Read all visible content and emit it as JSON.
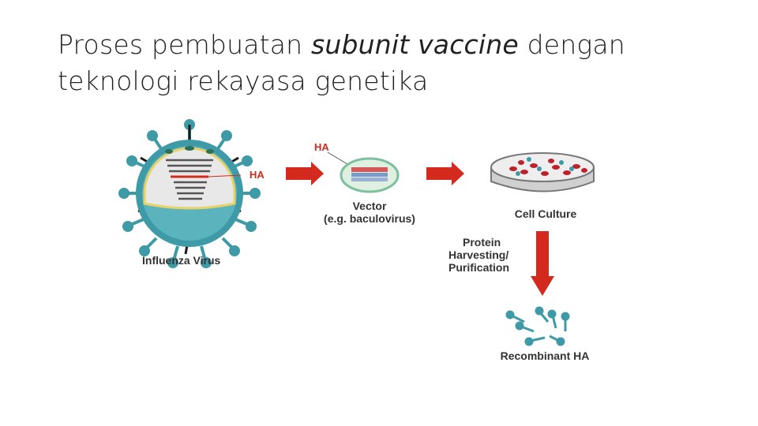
{
  "slide": {
    "title_part1": "Proses pembuatan ",
    "title_italic": "subunit vaccine",
    "title_part2": " dengan",
    "title_line2": "teknologi rekayasa genetika"
  },
  "diagram": {
    "virus_label": "Influenza Virus",
    "ha_label_virus": "HA",
    "ha_label_vector": "HA",
    "vector_label_1": "Vector",
    "vector_label_2": "(e.g. baculovirus)",
    "culture_label": "Cell Culture",
    "process_label_1": "Protein",
    "process_label_2": "Harvesting/",
    "process_label_3": "Purification",
    "product_label": "Recombinant HA"
  },
  "colors": {
    "arrow": "#d42a1e",
    "virus_body": "#3d9aa6",
    "virus_inner": "#e8e8e8",
    "label": "#333333",
    "ha": "#d42a1e"
  }
}
